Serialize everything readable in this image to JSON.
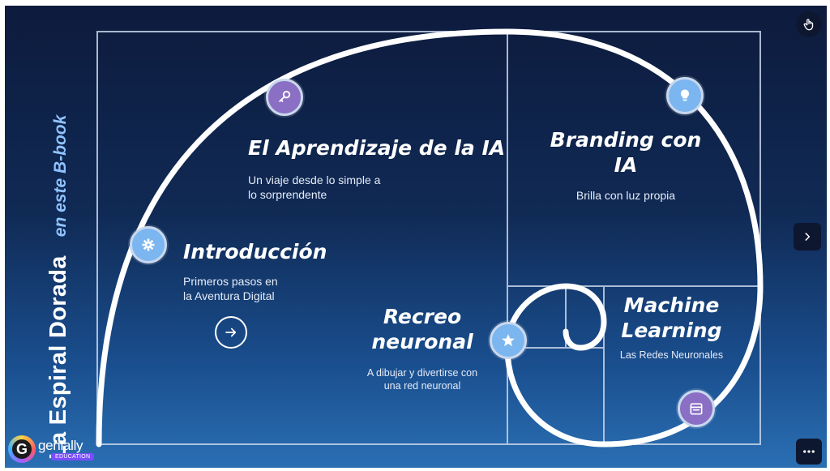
{
  "sidebar": {
    "title": "La Espiral Dorada",
    "subtitle": "en este B-book"
  },
  "sections": {
    "aprendizaje": {
      "title": "El Aprendizaje de la IA",
      "desc_line1": "Un viaje desde lo simple a",
      "desc_line2": "lo sorprendente",
      "icon": "key-icon"
    },
    "branding": {
      "title_line1": "Branding con",
      "title_line2": "IA",
      "desc": "Brilla con luz propia",
      "icon": "lightbulb-icon"
    },
    "introduccion": {
      "title": "Introducción",
      "desc_line1": "Primeros pasos en",
      "desc_line2": "la Aventura Digital",
      "icon": "gear-icon"
    },
    "recreo": {
      "title_line1": "Recreo",
      "title_line2": "neuronal",
      "desc_line1": "A dibujar y divertirse con",
      "desc_line2": "una red neuronal",
      "icon": "star-icon"
    },
    "machine": {
      "title_line1": "Machine",
      "title_line2": "Learning",
      "desc": "Las Redes Neuronales",
      "icon": "calendar-icon"
    }
  },
  "controls": {
    "next_icon": "chevron-right-icon",
    "menu_icon": "more-horizontal-icon",
    "touch_icon": "hand-pointer-icon",
    "arrow_icon": "arrow-right-icon"
  },
  "branding_logo": {
    "name": "genially",
    "badge": "EDUCATION",
    "letter": "G"
  },
  "colors": {
    "accent_purple": "#8a6fc4",
    "accent_blue": "#7cb6f0",
    "background_top": "#0d1b3d",
    "background_bottom": "#2a6fb3"
  }
}
